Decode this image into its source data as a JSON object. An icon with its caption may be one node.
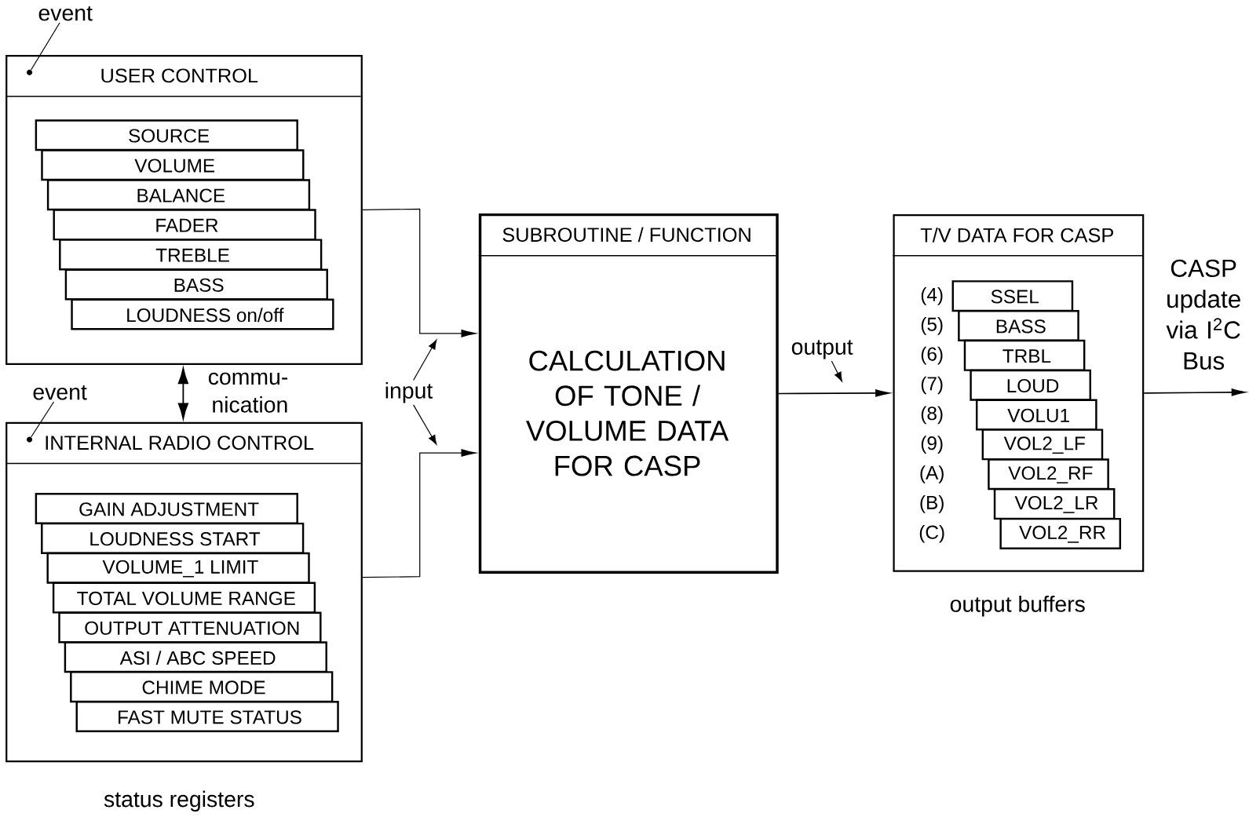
{
  "diagram": {
    "nodes": [
      {
        "text": [
          "event"
        ]
      },
      {
        "text": [
          "USER CONTROL"
        ]
      },
      {
        "text": [],
        "shape": "circle",
        "in": 1
      },
      {
        "text": [
          "SOURCE"
        ],
        "in": 1
      },
      {
        "text": [
          "VOLUME"
        ],
        "in": 1
      },
      {
        "text": [
          "BALANCE"
        ],
        "in": 1
      },
      {
        "text": [
          "FADER"
        ],
        "in": 1
      },
      {
        "text": [
          "TREBLE"
        ],
        "in": 1
      },
      {
        "text": [
          "BASS"
        ],
        "in": 1
      },
      {
        "text": [
          "LOUDNESS on/off"
        ],
        "in": 1
      },
      {
        "text": [
          "event"
        ]
      },
      {
        "text": [
          "INTERNAL RADIO CONTROL"
        ]
      },
      {
        "text": [],
        "shape": "circle",
        "in": 11
      },
      {
        "text": [
          "GAIN ADJUSTMENT"
        ],
        "in": 11
      },
      {
        "text": [
          "LOUDNESS START"
        ],
        "in": 11
      },
      {
        "text": [
          "VOLUME_1 LIMIT"
        ],
        "in": 11
      },
      {
        "text": [
          "TOTAL VOLUME RANGE"
        ],
        "in": 11
      },
      {
        "text": [
          "OUTPUT ATTENUATION"
        ],
        "in": 11
      },
      {
        "text": [
          "ASI / ABC SPEED"
        ],
        "in": 11
      },
      {
        "text": [
          "CHIME MODE"
        ],
        "in": 11
      },
      {
        "text": [
          "FAST MUTE STATUS"
        ],
        "in": 11
      },
      {
        "text": [
          "input"
        ]
      },
      {
        "text": [
          "SUBROUTINE / FUNCTION",
          "CALCULATION OF TONE / VOLUME DATA FOR CASP"
        ]
      },
      {
        "text": [
          "output"
        ]
      },
      {
        "text": [
          "T/V DATA  FOR  CASP"
        ],
        "beside": [
          "output buffers"
        ]
      },
      {
        "text": [
          "SSEL"
        ],
        "in": 24,
        "beside": [
          "(4)"
        ]
      },
      {
        "text": [
          "BASS"
        ],
        "in": 24,
        "beside": [
          "(5)"
        ]
      },
      {
        "text": [
          "TRBL"
        ],
        "in": 24,
        "beside": [
          "(6)"
        ]
      },
      {
        "text": [
          "LOUD"
        ],
        "in": 24,
        "beside": [
          "(7)"
        ]
      },
      {
        "text": [
          "VOLU1"
        ],
        "in": 24,
        "beside": [
          "(8)"
        ]
      },
      {
        "text": [
          "VOL2_LF"
        ],
        "in": 24,
        "beside": [
          "(9)"
        ]
      },
      {
        "text": [
          "VOL2_RF"
        ],
        "in": 24,
        "beside": [
          "(A)"
        ]
      },
      {
        "text": [
          "VOL2_LR"
        ],
        "in": 24,
        "beside": [
          "(B)"
        ]
      },
      {
        "text": [
          "VOL2_RR"
        ],
        "in": 24,
        "beside": [
          "(C)"
        ]
      }
    ],
    "edges": [
      {
        "from": 0,
        "to": 2,
        "arrow": "none"
      },
      {
        "from": 10,
        "to": 12,
        "arrow": "none"
      },
      {
        "from": 1,
        "to": 11,
        "arrow": "both",
        "label": "commu- nication"
      },
      {
        "from": 1,
        "to": 22,
        "arrow": "to"
      },
      {
        "from": 11,
        "to": 22,
        "arrow": "to"
      },
      {
        "from": 21,
        "to": null,
        "arrow": "to"
      },
      {
        "from": 21,
        "to": null,
        "arrow": "to"
      },
      {
        "from": 23,
        "to": null,
        "arrow": "to"
      },
      {
        "from": 22,
        "to": 24,
        "arrow": "to"
      },
      {
        "from": 24,
        "to": null,
        "arrow": "to",
        "label": "CASP update via I$^{2}$C Bus"
      }
    ],
    "labels": [
      "status registers"
    ]
  }
}
